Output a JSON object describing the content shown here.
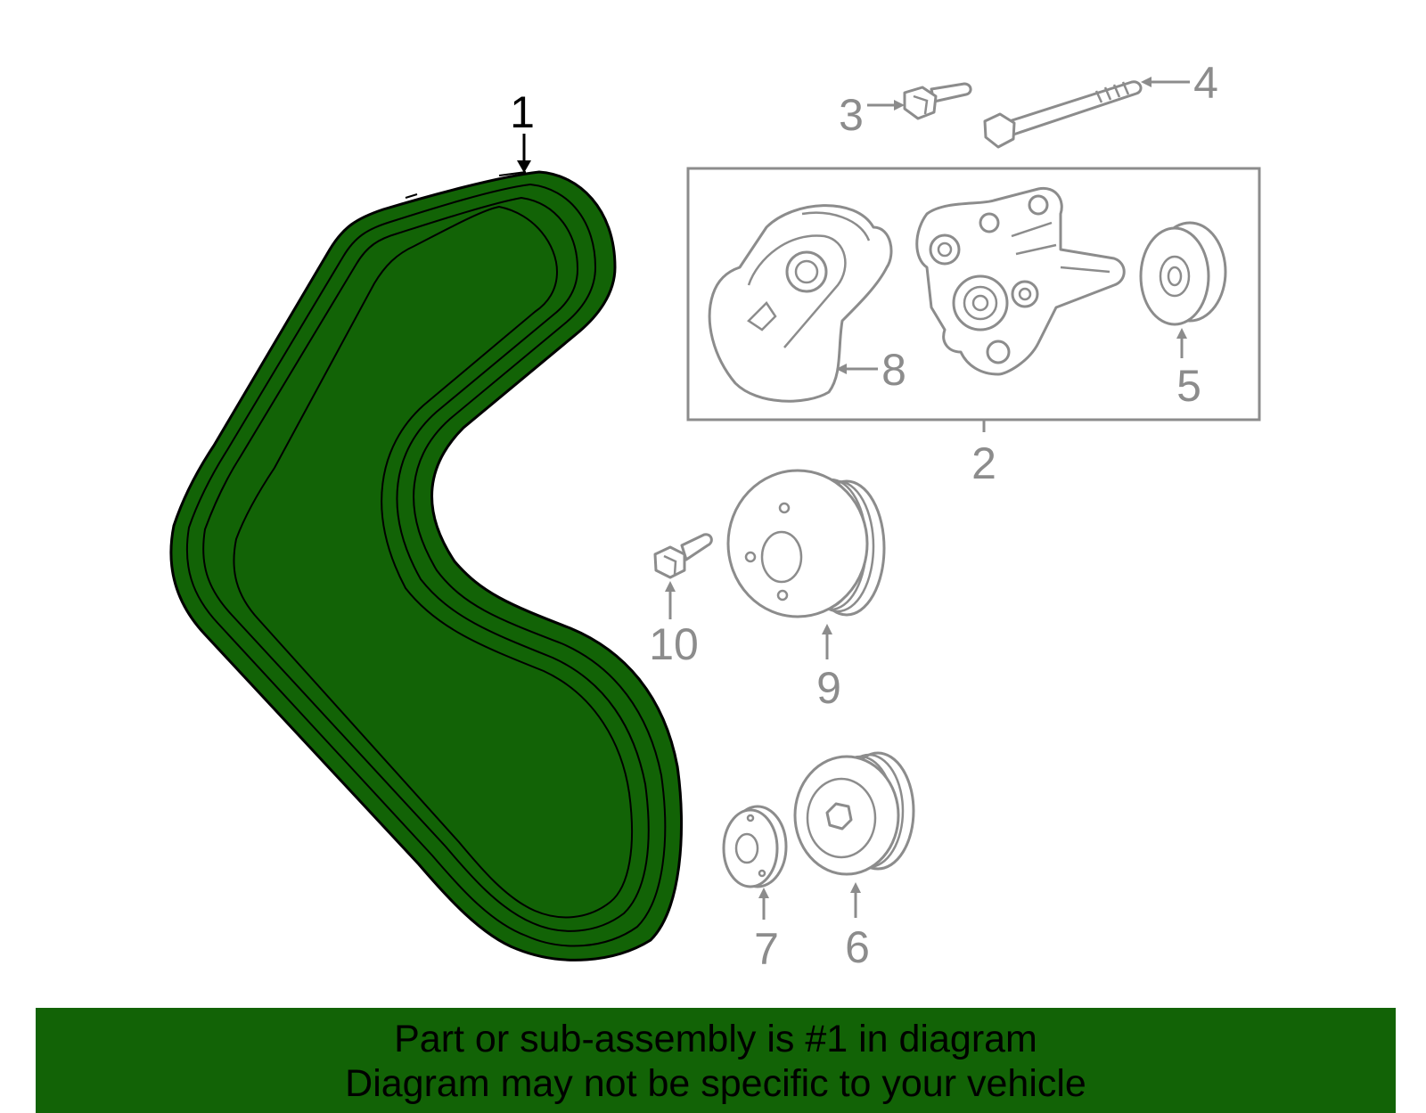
{
  "colors": {
    "highlight": "#126306",
    "line_art": "#8c8c8c",
    "outline": "#000000",
    "banner": "#126306"
  },
  "callouts": {
    "c1": "1",
    "c2": "2",
    "c3": "3",
    "c4": "4",
    "c5": "5",
    "c6": "6",
    "c7": "7",
    "c8": "8",
    "c9": "9",
    "c10": "10"
  },
  "banner": {
    "line1": "Part or sub-assembly is #1 in diagram",
    "line2": "Diagram may not be specific to your vehicle"
  }
}
